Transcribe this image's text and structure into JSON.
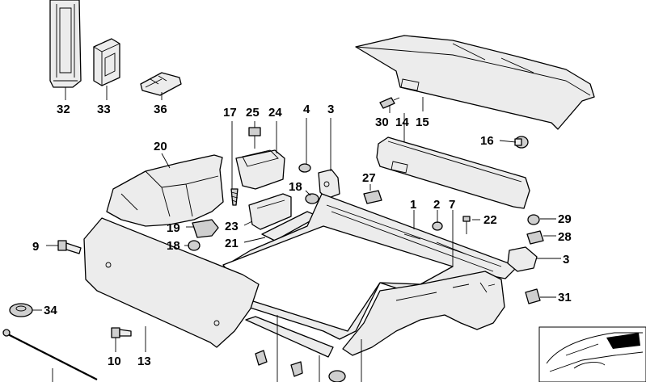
{
  "diagram": {
    "callouts": [
      {
        "id": "c32",
        "label": "32"
      },
      {
        "id": "c33",
        "label": "33"
      },
      {
        "id": "c36",
        "label": "36"
      },
      {
        "id": "c17",
        "label": "17"
      },
      {
        "id": "c25",
        "label": "25"
      },
      {
        "id": "c24",
        "label": "24"
      },
      {
        "id": "c4",
        "label": "4"
      },
      {
        "id": "c3a",
        "label": "3"
      },
      {
        "id": "c30",
        "label": "30"
      },
      {
        "id": "c14",
        "label": "14"
      },
      {
        "id": "c15",
        "label": "15"
      },
      {
        "id": "c16",
        "label": "16"
      },
      {
        "id": "c20",
        "label": "20"
      },
      {
        "id": "c27",
        "label": "27"
      },
      {
        "id": "c18a",
        "label": "18"
      },
      {
        "id": "c1",
        "label": "1"
      },
      {
        "id": "c2",
        "label": "2"
      },
      {
        "id": "c7",
        "label": "7"
      },
      {
        "id": "c22",
        "label": "22"
      },
      {
        "id": "c29",
        "label": "29"
      },
      {
        "id": "c19",
        "label": "19"
      },
      {
        "id": "c23",
        "label": "23"
      },
      {
        "id": "c28",
        "label": "28"
      },
      {
        "id": "c9",
        "label": "9"
      },
      {
        "id": "c18b",
        "label": "18"
      },
      {
        "id": "c21",
        "label": "21"
      },
      {
        "id": "c3b",
        "label": "3"
      },
      {
        "id": "c31",
        "label": "31"
      },
      {
        "id": "c34",
        "label": "34"
      },
      {
        "id": "c10",
        "label": "10"
      },
      {
        "id": "c13",
        "label": "13"
      }
    ]
  }
}
